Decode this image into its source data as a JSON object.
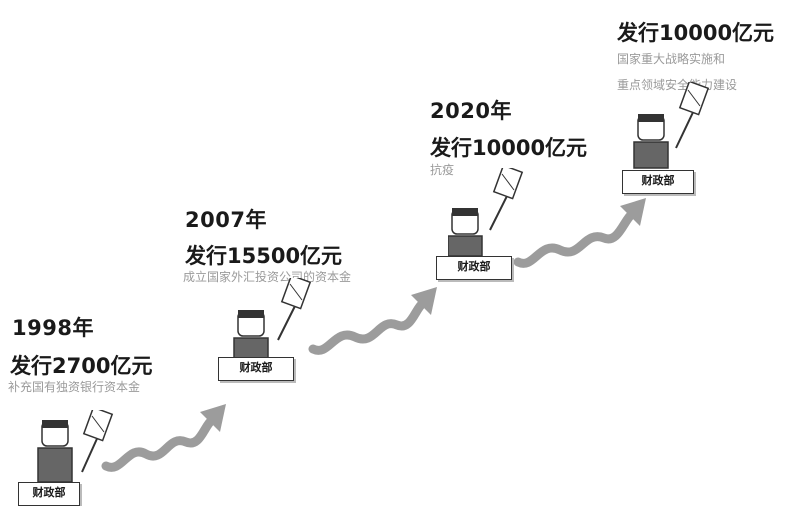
{
  "steps": [
    {
      "year": "1998年",
      "amount": "发行2700亿元",
      "purpose": "补充国有独资银行资本金",
      "podium": "财政部"
    },
    {
      "year": "2007年",
      "amount": "发行15500亿元",
      "purpose": "成立国家外汇投资公司的资本金",
      "podium": "财政部"
    },
    {
      "year": "2020年",
      "amount": "发行10000亿元",
      "purpose": "抗疫",
      "podium": "财政部"
    },
    {
      "year": "",
      "amount": "发行10000亿元",
      "purpose_lines": [
        "国家重大战略实施和",
        "重点领域安全能力建设"
      ],
      "podium": "财政部"
    }
  ],
  "colors": {
    "arrow": "#9c9c9c",
    "text": "#1a1a1a",
    "caption": "#9a9a9a"
  },
  "icons": {
    "figure": "official-holding-bond-sign-icon",
    "arrow": "wavy-arrow-icon"
  }
}
